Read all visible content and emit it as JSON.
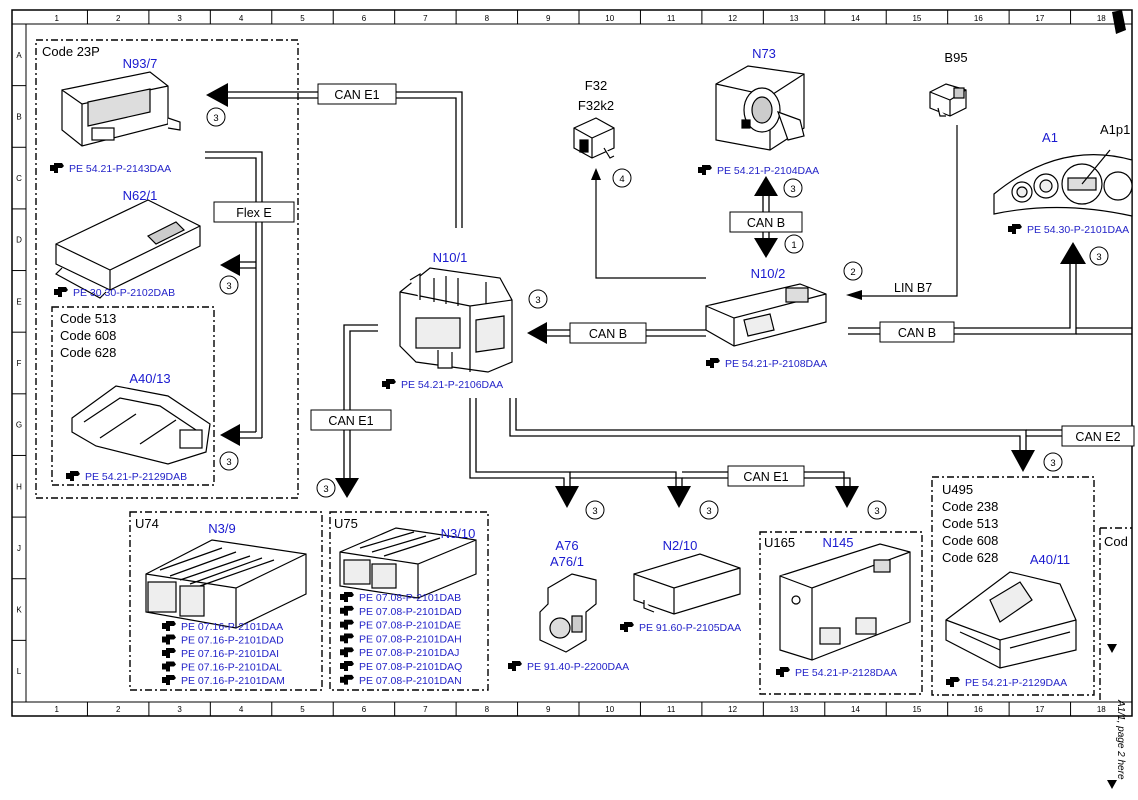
{
  "grid": {
    "columns": [
      "1",
      "2",
      "3",
      "4",
      "5",
      "6",
      "7",
      "8",
      "9",
      "10",
      "11",
      "12",
      "13",
      "14",
      "15",
      "16",
      "17",
      "18"
    ],
    "rows": [
      "A",
      "B",
      "C",
      "D",
      "E",
      "F",
      "G",
      "H",
      "J",
      "K",
      "L"
    ]
  },
  "groups": {
    "left_group_code": "Code 23P",
    "codes_box": [
      "Code 513",
      "Code 608",
      "Code 628"
    ],
    "u74": "U74",
    "u75": "U75",
    "u165": "U165",
    "u495": "U495",
    "u495_codes": [
      "Code 238",
      "Code 513",
      "Code 608",
      "Code 628"
    ],
    "cut_code": "Cod"
  },
  "components": {
    "n93_7": {
      "name": "N93/7",
      "ref": "PE 54.21-P-2143DAA"
    },
    "n62_1": {
      "name": "N62/1",
      "ref": "PE 30.30-P-2102DAB"
    },
    "a40_13": {
      "name": "A40/13",
      "ref": "PE 54.21-P-2129DAB"
    },
    "n10_1": {
      "name": "N10/1",
      "ref": "PE 54.21-P-2106DAA"
    },
    "f32": {
      "name": "F32",
      "name2": "F32k2"
    },
    "n73": {
      "name": "N73",
      "ref": "PE 54.21-P-2104DAA"
    },
    "b95": {
      "name": "B95"
    },
    "a1": {
      "name": "A1",
      "sub": "A1p1",
      "ref": "PE 54.30-P-2101DAA"
    },
    "n10_2": {
      "name": "N10/2",
      "ref": "PE 54.21-P-2108DAA"
    },
    "n3_9": {
      "name": "N3/9",
      "refs": [
        "PE 07.16-P-2101DAA",
        "PE 07.16-P-2101DAD",
        "PE 07.16-P-2101DAI",
        "PE 07.16-P-2101DAL",
        "PE 07.16-P-2101DAM"
      ]
    },
    "n3_10": {
      "name": "N3/10",
      "refs": [
        "PE 07.08-P-2101DAB",
        "PE 07.08-P-2101DAD",
        "PE 07.08-P-2101DAE",
        "PE 07.08-P-2101DAH",
        "PE 07.08-P-2101DAJ",
        "PE 07.08-P-2101DAQ",
        "PE 07.08-P-2101DAN"
      ]
    },
    "a76": {
      "name": "A76",
      "name2": "A76/1",
      "ref": "PE 91.40-P-2200DAA"
    },
    "n2_10": {
      "name": "N2/10",
      "ref": "PE 91.60-P-2105DAA"
    },
    "n145": {
      "name": "N145",
      "ref": "PE 54.21-P-2128DAA"
    },
    "a40_11": {
      "name": "A40/11",
      "ref": "PE 54.21-P-2129DAA"
    }
  },
  "buses": {
    "can_e1": "CAN E1",
    "can_b": "CAN B",
    "flex_e": "Flex E",
    "lin_b7": "LIN B7",
    "can_e2": "CAN E2"
  },
  "circles": {
    "one": "1",
    "two": "2",
    "three": "3",
    "four": "4"
  },
  "side_note": "A1/1, page 2 here",
  "colors": {
    "component_label": "#2323c8",
    "line": "#000000",
    "background": "#ffffff"
  }
}
